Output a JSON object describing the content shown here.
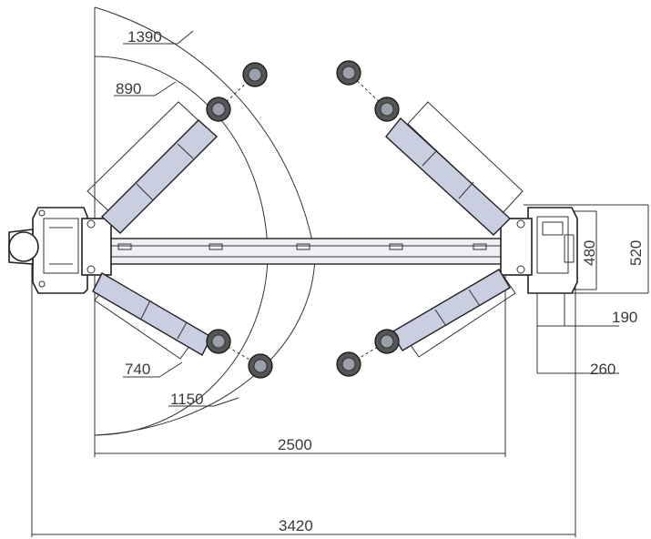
{
  "dimensions": {
    "d1390": "1390",
    "d890": "890",
    "d740": "740",
    "d1150": "1150",
    "d2500": "2500",
    "d3420": "3420",
    "d480": "480",
    "d520": "520",
    "d190": "190",
    "d260": "260"
  },
  "colors": {
    "arm_fill": "#c9cee0",
    "line": "#222222",
    "text": "#3a3a3a"
  }
}
